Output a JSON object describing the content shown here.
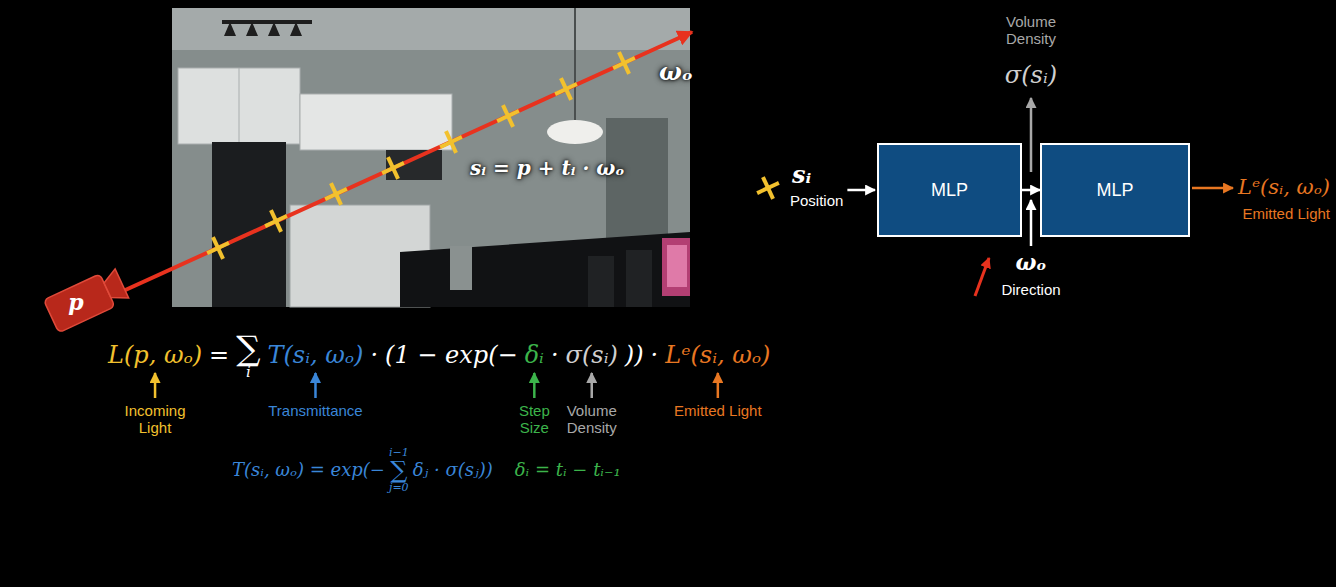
{
  "diagram": {
    "nodes": [
      {
        "text": [
          "MLP"
        ]
      },
      {
        "text": [
          "MLP"
        ]
      }
    ],
    "edges": [
      {
        "from": 0,
        "to": 1,
        "arrow": "to"
      }
    ],
    "labels": [
      "ωₒ",
      "sᵢ = p + tᵢ · ωₒ",
      "p",
      "Volume Density",
      "σ(sᵢ)",
      "sᵢ",
      "Position",
      "Lᵉ(sᵢ, ωₒ)",
      "Emitted Light",
      "ωₒ",
      "Direction",
      "L(p, ωₒ)",
      "=",
      "∑",
      "i",
      "T(sᵢ, ωₒ)",
      "·",
      "(1 − exp(−",
      "δᵢ",
      "·",
      "σ(sᵢ)",
      "))",
      "·",
      "Lᵉ(sᵢ, ωₒ)",
      "Incoming Light",
      "Transmittance",
      "Step Size",
      "Volume Density",
      "Emitted Light",
      "T(sᵢ, ωₒ) = exp(−",
      "∑",
      "i−1",
      "j=0",
      "δⱼ · σ(sⱼ))",
      "δᵢ = tᵢ − tᵢ₋₁"
    ]
  }
}
